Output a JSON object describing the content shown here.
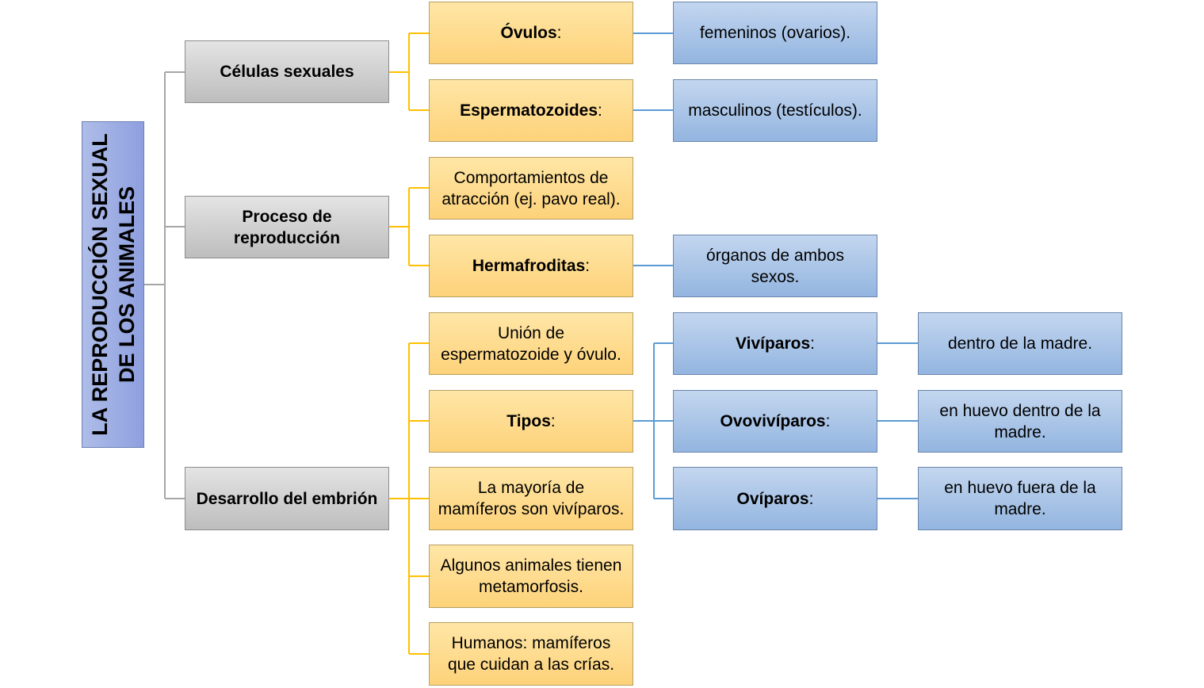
{
  "root": {
    "line1": "LA REPRODUCCIÓN SEXUAL",
    "line2": "DE LOS ANIMALES"
  },
  "level1": {
    "celulas": "Células sexuales",
    "proceso": {
      "line1": "Proceso de",
      "line2": "reproducción"
    },
    "desarrollo": "Desarrollo del embrión"
  },
  "level2": {
    "ovulos": {
      "bold": "Óvulos",
      "rest": ":"
    },
    "espermatozoides": {
      "bold": "Espermatozoides",
      "rest": ":"
    },
    "comportamientos": {
      "line1": "Comportamientos de",
      "line2": "atracción (ej. pavo real)."
    },
    "hermafroditas": {
      "bold": "Hermafroditas",
      "rest": ":"
    },
    "union": {
      "line1": "Unión de",
      "line2": "espermatozoide y óvulo."
    },
    "tipos": {
      "bold": "Tipos",
      "rest": ":"
    },
    "mayoria": {
      "line1": "La mayoría de",
      "line2": "mamíferos son vivíparos."
    },
    "metamorfosis": {
      "line1": "Algunos animales tienen",
      "line2": "metamorfosis."
    },
    "humanos": {
      "line1": "Humanos: mamíferos",
      "line2": "que cuidan a las crías."
    }
  },
  "level3": {
    "femeninos": "femeninos (ovarios).",
    "masculinos": "masculinos (testículos).",
    "organos": {
      "line1": "órganos de ambos",
      "line2": "sexos."
    },
    "viviparos": {
      "bold": "Vivíparos",
      "rest": ":"
    },
    "ovoviviparos": {
      "bold": "Ovovivíparos",
      "rest": ":"
    },
    "oviparos": {
      "bold": "Ovíparos",
      "rest": ":"
    }
  },
  "level4": {
    "dentro": "dentro de la madre.",
    "huevo_dentro": {
      "line1": "en huevo dentro de la",
      "line2": "madre."
    },
    "huevo_fuera": {
      "line1": "en huevo fuera de la",
      "line2": "madre."
    }
  },
  "colors": {
    "gray_connector": "#a6a6a6",
    "gold_connector": "#ffc000",
    "blue_connector": "#5b9bd5"
  }
}
